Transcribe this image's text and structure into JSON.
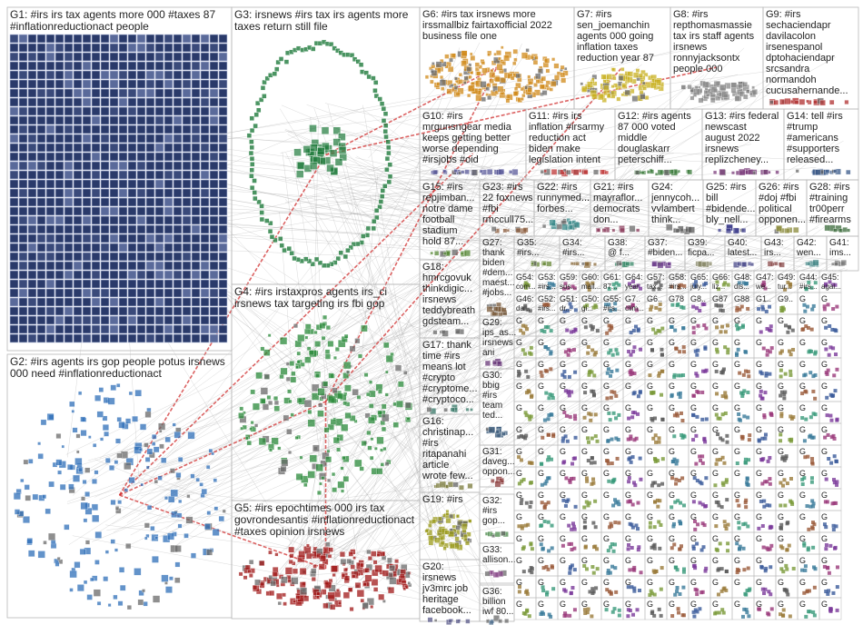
{
  "groups": [
    {
      "id": "G1",
      "lines": [
        "G1: #irs irs tax agents more 000 #taxes 87",
        "#inflationreductionact people"
      ],
      "color": "#1c2f7a",
      "style": "grid"
    },
    {
      "id": "G2",
      "lines": [
        "G2: #irs agents irs gop people potus irsnews",
        "000 need #inflationreductionact"
      ],
      "color": "#2f6fb8",
      "style": "blob"
    },
    {
      "id": "G3",
      "lines": [
        "G3: irsnews #irs tax irs agents more",
        "taxes return still file"
      ],
      "color": "#1f7a3c",
      "style": "ring"
    },
    {
      "id": "G4",
      "lines": [
        "G4: #irs irstaxpros agents irs_ci",
        "irsnews tax targeting irs fbi gop"
      ],
      "color": "#2a8a3a",
      "style": "blob"
    },
    {
      "id": "G5",
      "lines": [
        "G5: #irs epochtimes 000 irs tax",
        "govrondesantis #inflationreductionact",
        "#taxes opinion irsnews"
      ],
      "color": "#a01818",
      "style": "blob"
    },
    {
      "id": "G6",
      "lines": [
        "G6: #irs tax irsnews more",
        "irssmallbiz fairtaxofficial 2022",
        "business file one"
      ],
      "color": "#d08a1a",
      "style": "cluster"
    },
    {
      "id": "G7",
      "lines": [
        "G7: #irs",
        "sen_joemanchin",
        "agents 000 going",
        "inflation taxes",
        "reduction year 87"
      ],
      "color": "#c8b020",
      "style": "cluster"
    },
    {
      "id": "G8",
      "lines": [
        "G8: #irs",
        "repthomasmassie",
        "tax irs staff agents",
        "irsnews",
        "ronnyjacksontx",
        "people 000"
      ],
      "color": "#888888",
      "style": "cluster"
    },
    {
      "id": "G9",
      "lines": [
        "G9: #irs",
        "sechaciendapr",
        "davilacolon",
        "irsenespanol",
        "dptohaciendapr",
        "srcsandra",
        "normandoh",
        "cucusahernande..."
      ],
      "color": "#b03030",
      "style": "cluster"
    },
    {
      "id": "G10",
      "lines": [
        "G10: #irs",
        "mrgunsngear media",
        "keeps getting better",
        "worse depending",
        "#irsjobs #oid"
      ],
      "color": "#5a5a9a",
      "style": "cluster"
    },
    {
      "id": "G11",
      "lines": [
        "G11: #irs irs",
        "inflation #irsarmy",
        "reduction act",
        "biden make",
        "legislation intent"
      ],
      "color": "#c03a3a",
      "style": "cluster"
    },
    {
      "id": "G12",
      "lines": [
        "G12: #irs agents",
        "87 000 voted",
        "middle",
        "douglaskarr",
        "peterschiff..."
      ],
      "color": "#3a7a3a",
      "style": "cluster"
    },
    {
      "id": "G13",
      "lines": [
        "G13: #irs federal",
        "newscast",
        "august 2022",
        "irsnews",
        "replizcheney..."
      ],
      "color": "#7a3a7a",
      "style": "cluster"
    },
    {
      "id": "G14",
      "lines": [
        "G14: tell #irs",
        "#trump",
        "#americans",
        "#supporters",
        "released..."
      ],
      "color": "#3a5a8a",
      "style": "cluster"
    },
    {
      "id": "G15",
      "lines": [
        "G15: #irs",
        "repjimban...",
        "notre dame",
        "football",
        "stadium",
        "hold 87..."
      ],
      "color": "#5a8a3a",
      "style": "cluster"
    },
    {
      "id": "G23",
      "lines": [
        "G23: #irs",
        "22 foxnews",
        "#fbi",
        "rmccull75..."
      ],
      "color": "#8a5a3a",
      "style": "cluster"
    },
    {
      "id": "G22",
      "lines": [
        "G22: #irs",
        "runnymed...",
        "forbes..."
      ],
      "color": "#3a8a8a",
      "style": "cluster"
    },
    {
      "id": "G21",
      "lines": [
        "G21: #irs",
        "mayraflor...",
        "democrats",
        "don..."
      ],
      "color": "#8a3a5a",
      "style": "cluster"
    },
    {
      "id": "G24",
      "lines": [
        "G24:",
        "jennycoh...",
        "vvlambert",
        "think..."
      ],
      "color": "#5a5a5a",
      "style": "cluster"
    },
    {
      "id": "G25",
      "lines": [
        "G25: #irs",
        "bill",
        "#bidende...",
        "bly_nell..."
      ],
      "color": "#3a3a8a",
      "style": "cluster"
    },
    {
      "id": "G26",
      "lines": [
        "G26: #irs",
        "#doj #fbi",
        "political",
        "opponen..."
      ],
      "color": "#8a8a3a",
      "style": "cluster"
    },
    {
      "id": "G28",
      "lines": [
        "G28: #irs",
        "#training",
        "tr00perr",
        "#firearms"
      ],
      "color": "#3a6a3a",
      "style": "cluster"
    },
    {
      "id": "G18",
      "lines": [
        "G18:",
        "hmrcgovuk",
        "thinkdigic...",
        "irsnews",
        "teddybreath",
        "gdsteam..."
      ],
      "color": "#6a6a6a",
      "style": "cluster"
    },
    {
      "id": "G27",
      "lines": [
        "G27:",
        "thank",
        "biden",
        "#dem...",
        "maest...",
        "#jobs..."
      ],
      "color": "#7a5a3a",
      "style": "cluster"
    },
    {
      "id": "G17",
      "lines": [
        "G17: thank",
        "time #irs",
        "means lot",
        "#crypto",
        "#cryptome...",
        "#cryptoco..."
      ],
      "color": "#3a7a6a",
      "style": "cluster"
    },
    {
      "id": "G29",
      "lines": [
        "G29:",
        "ips_as...",
        "irsnews",
        "ani"
      ],
      "color": "#6a3a7a",
      "style": "cluster"
    },
    {
      "id": "G16",
      "lines": [
        "G16:",
        "christinap...",
        "#irs",
        "ritapanahi",
        "article",
        "wrote few..."
      ],
      "color": "#7a7a3a",
      "style": "cluster"
    },
    {
      "id": "G30",
      "lines": [
        "G30:",
        "bbig",
        "#irs",
        "team",
        "ted..."
      ],
      "color": "#3a5a7a",
      "style": "cluster"
    },
    {
      "id": "G31",
      "lines": [
        "G31:",
        "daveg...",
        "oppon..."
      ],
      "color": "#8a3a3a",
      "style": "cluster"
    },
    {
      "id": "G19",
      "lines": [
        "G19: #irs"
      ],
      "color": "#9a9a1a",
      "style": "cluster"
    },
    {
      "id": "G32",
      "lines": [
        "G32:",
        "#irs",
        "gop..."
      ],
      "color": "#4a8a4a",
      "style": "cluster"
    },
    {
      "id": "G20",
      "lines": [
        "G20:",
        "irsnews",
        "jv3mrc job",
        "heritage",
        "facebook..."
      ],
      "color": "#5a5a8a",
      "style": "cluster"
    },
    {
      "id": "G33",
      "lines": [
        "G33:",
        "allison..."
      ],
      "color": "#8a4a8a",
      "style": "cluster"
    },
    {
      "id": "G36",
      "lines": [
        "G36:",
        "billion",
        "iwf 80..."
      ],
      "color": "#4a6a8a",
      "style": "cluster"
    },
    {
      "id": "G35",
      "lines": [
        "G35:",
        "#irs..."
      ],
      "color": "#6a8a3a",
      "style": "cluster"
    },
    {
      "id": "G34",
      "lines": [
        "G34:",
        "#irs..."
      ],
      "color": "#8a6a3a",
      "style": "cluster"
    },
    {
      "id": "G38",
      "lines": [
        "G38:",
        "@ f..."
      ],
      "color": "#3a8a6a",
      "style": "cluster"
    },
    {
      "id": "G37",
      "lines": [
        "G37:",
        "#biden..."
      ],
      "color": "#6a3a8a",
      "style": "cluster"
    },
    {
      "id": "G39",
      "lines": [
        "G39:",
        "ficpa..."
      ],
      "color": "#8a8a6a",
      "style": "cluster"
    },
    {
      "id": "G40",
      "lines": [
        "G40:",
        "latest..."
      ],
      "color": "#4a4a8a",
      "style": "cluster"
    },
    {
      "id": "G43",
      "lines": [
        "G43:",
        "irs..."
      ],
      "color": "#8a4a4a",
      "style": "cluster"
    },
    {
      "id": "G42",
      "lines": [
        "G42:",
        "wen..."
      ],
      "color": "#4a8a8a",
      "style": "cluster"
    },
    {
      "id": "G41",
      "lines": [
        "G41:",
        "ims..."
      ],
      "color": "#7a7a7a",
      "style": "cluster"
    }
  ],
  "small_group_labels": [
    "G54:",
    "G53:",
    "G59:",
    "G60:",
    "G61:",
    "G64:",
    "G57:",
    "G58:",
    "G65:",
    "G66:",
    "G48:",
    "G47:",
    "G49:",
    "G44:",
    "G45:",
    "G46:",
    "G52:",
    "G51:",
    "G50:",
    "G55:",
    "G7..",
    "G6..",
    "G78",
    "G8..",
    "G87",
    "G88",
    "G1..",
    "G9.."
  ],
  "small_group_words": [
    "com...",
    "#irs...",
    "sus...",
    "mail...",
    "87...",
    "year",
    "tax...",
    "#irs...",
    "july...",
    "liz...",
    "dis...",
    "we...",
    "tur...",
    "#irs...",
    "agai...",
    "da...",
    "#irs...",
    "dr...",
    "gi...",
    "#irs...",
    "clim..."
  ],
  "colors": {
    "edge": "#9a9a9a",
    "edge_strong": "#d03030",
    "box_border": "#b8b8b8",
    "label": "#222222"
  }
}
